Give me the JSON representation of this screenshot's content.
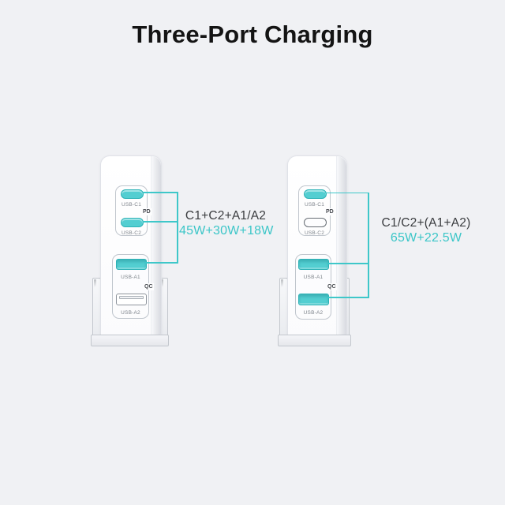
{
  "title": "Three-Port Charging",
  "colors": {
    "background": "#F0F1F4",
    "accent_teal": "#3EC7C9",
    "port_teal": "#53CED1",
    "combo_text": "#3A3C3F",
    "title_text": "#141414"
  },
  "chargers": [
    {
      "side": "left",
      "pd_badge": "PD",
      "qc_badge": "QC",
      "ports": [
        {
          "label": "USB-C1",
          "kind": "usb-c",
          "highlighted": true
        },
        {
          "label": "USB-C2",
          "kind": "usb-c",
          "highlighted": true
        },
        {
          "label": "USB-A1",
          "kind": "usb-a",
          "highlighted": true
        },
        {
          "label": "USB-A2",
          "kind": "usb-a",
          "highlighted": false
        }
      ],
      "combo_label": "C1+C2+A1/A2",
      "power_label": "45W+30W+18W"
    },
    {
      "side": "right",
      "pd_badge": "PD",
      "qc_badge": "QC",
      "ports": [
        {
          "label": "USB-C1",
          "kind": "usb-c",
          "highlighted": true
        },
        {
          "label": "USB-C2",
          "kind": "usb-c",
          "highlighted": false
        },
        {
          "label": "USB-A1",
          "kind": "usb-a",
          "highlighted": true
        },
        {
          "label": "USB-A2",
          "kind": "usb-a",
          "highlighted": true
        }
      ],
      "combo_label": "C1/C2+(A1+A2)",
      "power_label": "65W+22.5W"
    }
  ]
}
